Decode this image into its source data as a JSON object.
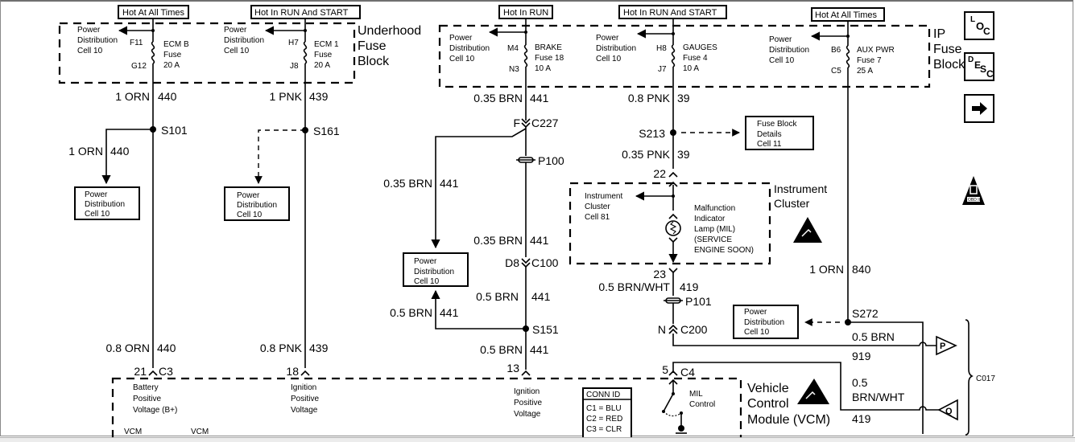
{
  "navigation": {
    "loc_button": {
      "label": "LOC",
      "icon": "location-icon"
    },
    "desc_button": {
      "label": "DESC",
      "icon": "description-icon"
    },
    "next_button": {
      "label": "→",
      "icon": "arrow-right-icon"
    },
    "obd_badge": {
      "label": "OBD II",
      "icon": "obd-ii-warning-icon"
    }
  },
  "power_labels": {
    "ecm_b": "Hot At All Times",
    "ecm_1": "Hot In RUN And START",
    "brake": "Hot In RUN",
    "gauges": "Hot In RUN And START",
    "aux_pwr": "Hot At All Times"
  },
  "fuse_blocks": {
    "underhood": {
      "title_lines": [
        "Underhood",
        "Fuse",
        "Block"
      ]
    },
    "ip": {
      "title_lines": [
        "IP",
        "Fuse",
        "Block"
      ]
    }
  },
  "fuses": [
    {
      "id": "ecm_b",
      "ref_lines": [
        "Power",
        "Distribution",
        "Cell 10"
      ],
      "pin_top": "F11",
      "pin_bottom": "G12",
      "name_lines": [
        "ECM B",
        "Fuse",
        "20 A"
      ]
    },
    {
      "id": "ecm_1",
      "ref_lines": [
        "Power",
        "Distribution",
        "Cell 10"
      ],
      "pin_top": "H7",
      "pin_bottom": "J8",
      "name_lines": [
        "ECM 1",
        "Fuse",
        "20 A"
      ]
    },
    {
      "id": "brake",
      "ref_lines": [
        "Power",
        "Distribution",
        "Cell 10"
      ],
      "pin_top": "M4",
      "pin_bottom": "N3",
      "name_lines": [
        "BRAKE",
        "Fuse 18",
        "10 A"
      ]
    },
    {
      "id": "gauges",
      "ref_lines": [
        "Power",
        "Distribution",
        "Cell 10"
      ],
      "pin_top": "H8",
      "pin_bottom": "J7",
      "name_lines": [
        "GAUGES",
        "Fuse 4",
        "10 A"
      ]
    },
    {
      "id": "aux_pwr",
      "ref_lines": [
        "Power",
        "Distribution",
        "Cell 10"
      ],
      "pin_top": "B6",
      "pin_bottom": "C5",
      "name_lines": [
        "AUX PWR",
        "Fuse 7",
        "25 A"
      ]
    }
  ],
  "wires": {
    "w440_top": {
      "gauge_color": "1 ORN",
      "circuit": "440"
    },
    "w439_top": {
      "gauge_color": "1 PNK",
      "circuit": "439"
    },
    "w441_top": {
      "gauge_color": "0.35 BRN",
      "circuit": "441"
    },
    "w39_top": {
      "gauge_color": "0.8 PNK",
      "circuit": "39"
    },
    "w440_branch": {
      "gauge_color": "1 ORN",
      "circuit": "440"
    },
    "w441_branch": {
      "gauge_color": "0.35 BRN",
      "circuit": "441"
    },
    "w39_mid": {
      "gauge_color": "0.35 PNK",
      "circuit": "39"
    },
    "w441_mid": {
      "gauge_color": "0.35 BRN",
      "circuit": "441"
    },
    "w441_low": {
      "gauge_color": "0.5 BRN",
      "circuit": "441"
    },
    "w441_loop": {
      "gauge_color": "0.5 BRN",
      "circuit": "441"
    },
    "w419": {
      "gauge_color": "0.5 BRN/WHT",
      "circuit": "419"
    },
    "w840": {
      "gauge_color": "1 ORN",
      "circuit": "840"
    },
    "w440_bottom": {
      "gauge_color": "0.8 ORN",
      "circuit": "440"
    },
    "w439_bottom": {
      "gauge_color": "0.8 PNK",
      "circuit": "439"
    },
    "w441_bottom": {
      "gauge_color": "0.5 BRN",
      "circuit": "441"
    },
    "w919": {
      "gauge_color": "0.5 BRN",
      "circuit": "919"
    },
    "w419_right": {
      "gauge_line1": "0.5",
      "gauge_line2": "BRN/WHT",
      "circuit": "419"
    }
  },
  "splices": {
    "s101": "S101",
    "s161": "S161",
    "s213": "S213",
    "s151": "S151",
    "s272": "S272"
  },
  "connectors": {
    "c227": {
      "pin": "F",
      "name": "C227"
    },
    "p100": "P100",
    "c100": {
      "pin": "D8",
      "name": "C100"
    },
    "p101": "P101",
    "c200": {
      "pin": "N",
      "name": "C200"
    },
    "ic_in": "22",
    "ic_out": "23",
    "c3": {
      "pin": "21",
      "name": "C3"
    },
    "c_18": "18",
    "c_13": "13",
    "c4": {
      "pin": "5",
      "name": "C4"
    },
    "c017": "C017",
    "p_term": "P",
    "q_term": "Q"
  },
  "reference_boxes": {
    "pd_left": [
      "Power",
      "Distribution",
      "Cell 10"
    ],
    "pd_mid": [
      "Power",
      "Distribution",
      "Cell 10"
    ],
    "pd_brn": [
      "Power",
      "Distribution",
      "Cell 10"
    ],
    "fuse_details": [
      "Fuse Block",
      "Details",
      "Cell 11"
    ],
    "pd_right": [
      "Power",
      "Distribution",
      "Cell 10"
    ]
  },
  "instrument_cluster": {
    "title_lines": [
      "Instrument",
      "Cluster"
    ],
    "ref_lines": [
      "Instrument",
      "Cluster",
      "Cell 81"
    ],
    "lamp_lines": [
      "Malfunction",
      "Indicator",
      "Lamp (MIL)",
      "(SERVICE",
      "ENGINE SOON)"
    ]
  },
  "vcm": {
    "title_lines": [
      "Vehicle",
      "Control",
      "Module (VCM)"
    ],
    "battery_lines": [
      "Battery",
      "Positive",
      "Voltage (B+)"
    ],
    "ignition_lines_1": [
      "Ignition",
      "Positive",
      "Voltage"
    ],
    "ignition_lines_2": [
      "Ignition",
      "Positive",
      "Voltage"
    ],
    "mil_control_lines": [
      "MIL",
      "Control"
    ],
    "vcm_label_1": "VCM",
    "vcm_label_2": "VCM",
    "conn_id": {
      "title": "CONN ID",
      "rows": [
        "C1 = BLU",
        "C2 = RED",
        "C3 = CLR"
      ]
    }
  }
}
